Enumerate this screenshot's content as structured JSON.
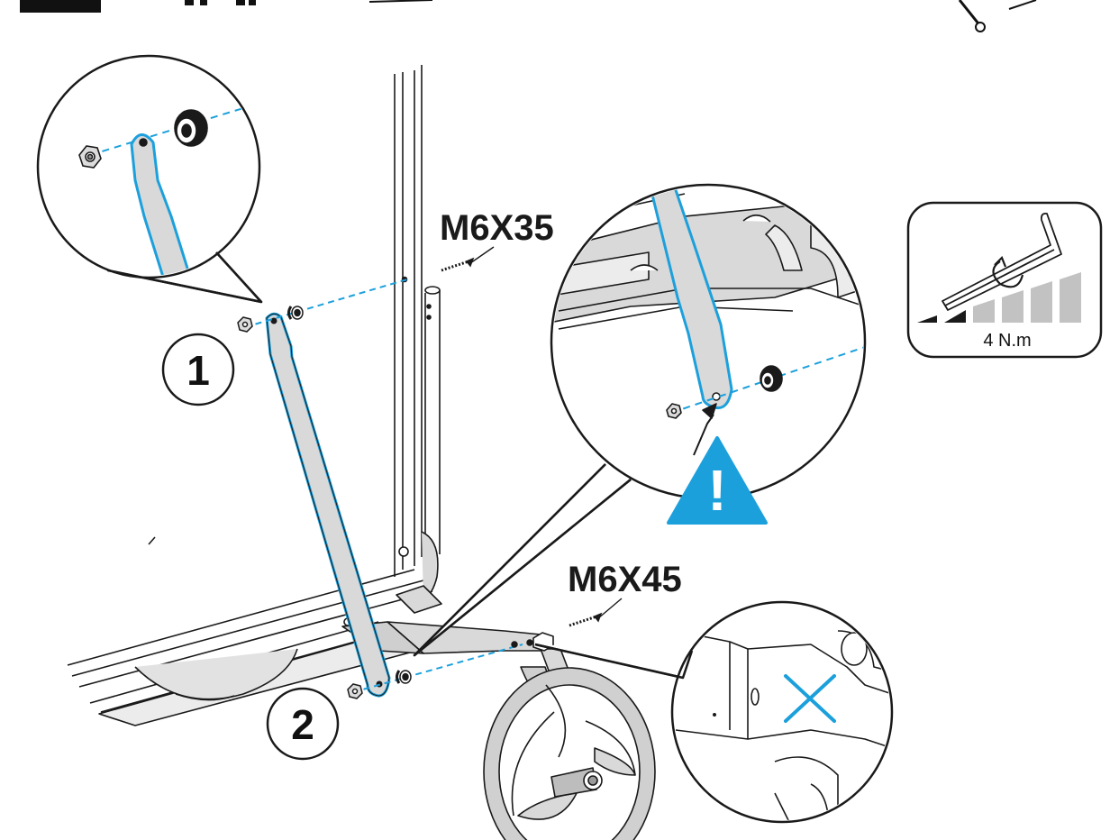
{
  "labels": {
    "bolt_upper": "M6X35",
    "bolt_lower": "M6X45",
    "step_1": "1",
    "step_2": "2",
    "torque": "4 N.m",
    "warning_glyph": "!"
  },
  "colors": {
    "accent_blue": "#1ca0dc",
    "outline": "#1a1a1a",
    "part_fill": "#d9d9d9",
    "part_fill_dark": "#bdbdbd",
    "background": "#ffffff"
  },
  "icons": {
    "warning": "warning-triangle-icon",
    "hex_key": "hex-key-icon",
    "forbidden_cross": "x-mark-icon",
    "rotation": "rotate-arrow-icon"
  }
}
